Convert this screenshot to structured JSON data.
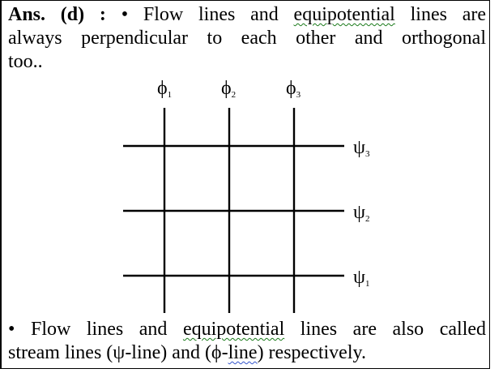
{
  "answer": {
    "label": "Ans. (d) :",
    "bullet": "•",
    "line1_text": "Flow lines and ",
    "line1_wavy": "equipotential",
    "line1_end": " lines are",
    "line2": "always perpendicular to each other and orthogonal",
    "line3": "too.."
  },
  "diagram": {
    "phi_labels": [
      {
        "sym": "ϕ",
        "sub": "1"
      },
      {
        "sym": "ϕ",
        "sub": "2"
      },
      {
        "sym": "ϕ",
        "sub": "3"
      }
    ],
    "psi_labels": [
      {
        "sym": "ψ",
        "sub": "3"
      },
      {
        "sym": "ψ",
        "sub": "2"
      },
      {
        "sym": "ψ",
        "sub": "1"
      }
    ]
  },
  "note": {
    "bullet": "•",
    "line1_text": "Flow lines and ",
    "line1_wavy": "equipotential",
    "line1_end": " lines are also called",
    "line2_a": "stream lines (ψ-line) and (ϕ-",
    "line2_wavy": "line",
    "line2_b": ") respectively."
  }
}
